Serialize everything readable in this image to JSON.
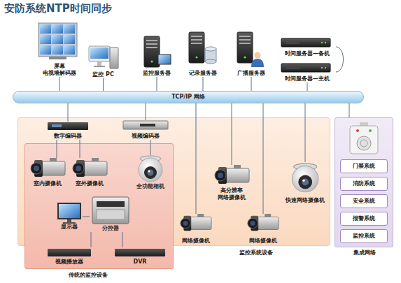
{
  "diagram": {
    "title": "安防系统NTP时间同步",
    "nodes": [
      {
        "text": [
          "屏幕",
          "电视墙解码器"
        ]
      },
      {
        "text": [
          "监控 PC"
        ]
      },
      {
        "text": [
          "监控服务器"
        ]
      },
      {
        "text": [
          "记录服务器"
        ]
      },
      {
        "text": [
          "广播服务器"
        ]
      },
      {
        "text": [
          "时间服务器—备机"
        ]
      },
      {
        "text": [
          "时间服务器—主机"
        ]
      },
      {
        "text": [
          "TCP/IP 网络"
        ]
      },
      {
        "text": [
          "监控系统设备"
        ]
      },
      {
        "text": [
          "数字编码器"
        ],
        "in": 8
      },
      {
        "text": [
          "视频编码器"
        ],
        "in": 8
      },
      {
        "text": [
          "传统的监控设备"
        ],
        "in": 8
      },
      {
        "text": [
          "室内摄像机"
        ],
        "in": 11
      },
      {
        "text": [
          "室外摄像机"
        ],
        "in": 11
      },
      {
        "text": [
          "全功能相机"
        ],
        "in": 11
      },
      {
        "text": [
          "显示器"
        ],
        "in": 11
      },
      {
        "text": [
          "分控器"
        ],
        "in": 11
      },
      {
        "text": [
          "视频播放器"
        ],
        "in": 11
      },
      {
        "text": [
          "DVR"
        ],
        "in": 11
      },
      {
        "text": [
          "高分辨率 网络摄像机"
        ],
        "in": 8
      },
      {
        "text": [
          "快速网络摄像机"
        ],
        "in": 8
      },
      {
        "text": [
          "网络摄像机"
        ],
        "in": 8
      },
      {
        "text": [
          "网络摄像机"
        ],
        "in": 8
      },
      {
        "text": [
          "集成网络"
        ]
      },
      {
        "text": [
          "门禁系统"
        ],
        "in": 23
      },
      {
        "text": [
          "消防系统"
        ],
        "in": 23
      },
      {
        "text": [
          "安全系统"
        ],
        "in": 23
      },
      {
        "text": [
          "报警系统"
        ],
        "in": 23
      },
      {
        "text": [
          "监控系统"
        ],
        "in": 23
      }
    ],
    "edges": [
      {
        "from": 0,
        "to": 7,
        "arrow": "none"
      },
      {
        "from": 1,
        "to": 7,
        "arrow": "none"
      },
      {
        "from": 2,
        "to": 7,
        "arrow": "none"
      },
      {
        "from": 3,
        "to": 7,
        "arrow": "none"
      },
      {
        "from": 4,
        "to": 7,
        "arrow": "none"
      },
      {
        "from": 5,
        "to": 6,
        "arrow": "none"
      },
      {
        "from": 6,
        "to": 7,
        "arrow": "none"
      },
      {
        "from": 9,
        "to": 7,
        "arrow": "none"
      },
      {
        "from": 10,
        "to": 7,
        "arrow": "none"
      },
      {
        "from": 19,
        "to": 7,
        "arrow": "none"
      },
      {
        "from": 20,
        "to": 7,
        "arrow": "none"
      },
      {
        "from": 21,
        "to": 7,
        "arrow": "none"
      },
      {
        "from": 22,
        "to": 7,
        "arrow": "none"
      },
      {
        "from": 23,
        "to": 7,
        "arrow": "none"
      },
      {
        "from": 12,
        "to": 9,
        "arrow": "none"
      },
      {
        "from": 13,
        "to": 9,
        "arrow": "none"
      },
      {
        "from": 14,
        "to": 10,
        "arrow": "none"
      },
      {
        "from": 15,
        "to": 16,
        "arrow": "none"
      },
      {
        "from": 16,
        "to": 17,
        "arrow": "none"
      },
      {
        "from": 16,
        "to": 18,
        "arrow": "none"
      }
    ]
  }
}
